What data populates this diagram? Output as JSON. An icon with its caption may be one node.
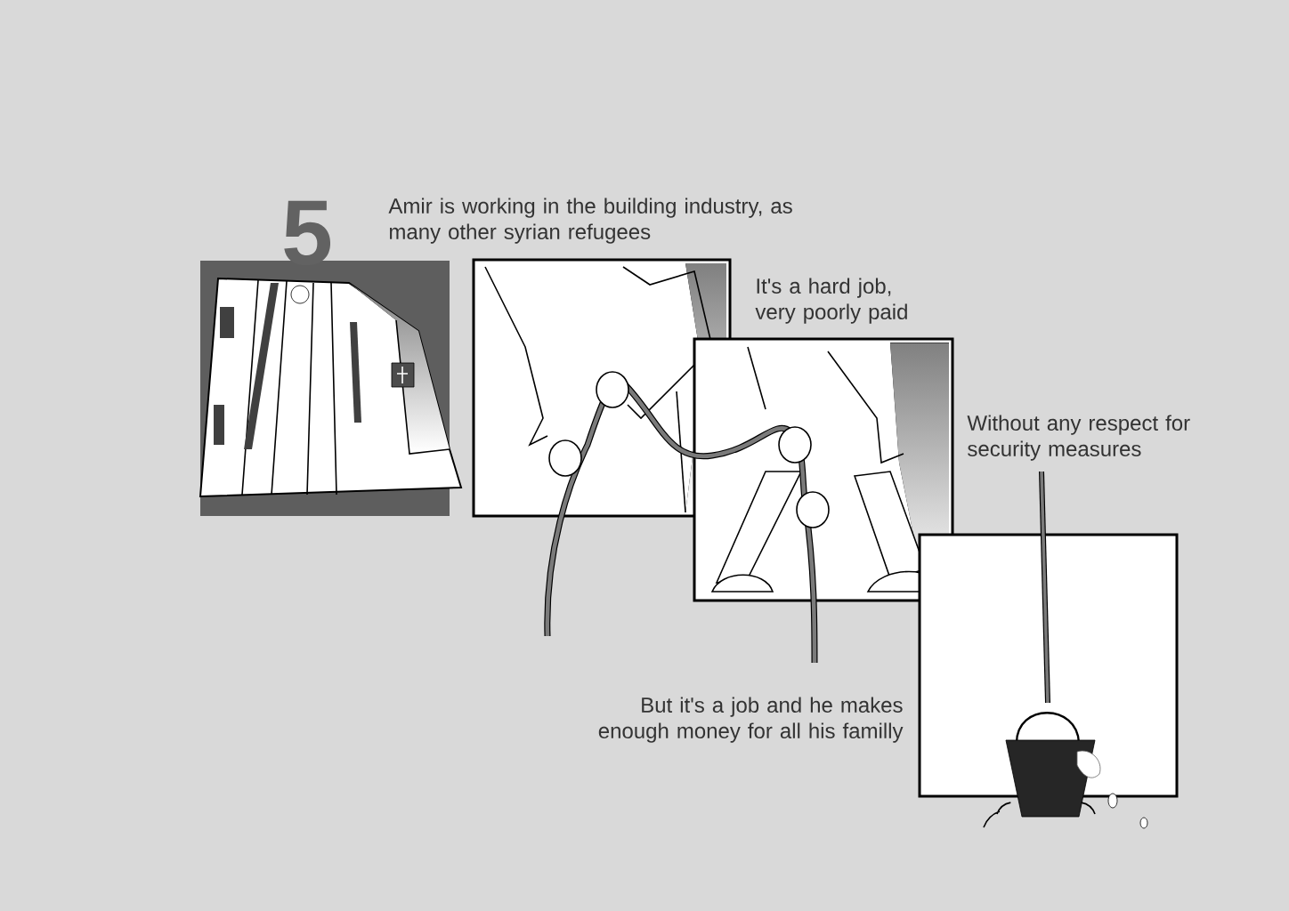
{
  "diagram": {
    "labels": [
      "5",
      "Amir is working in the building industry, as many other syrian refugees",
      "It's a hard job, very poorly paid",
      "Without any respect for security measures",
      "But it's a job and he makes enough money for all his familly"
    ]
  }
}
